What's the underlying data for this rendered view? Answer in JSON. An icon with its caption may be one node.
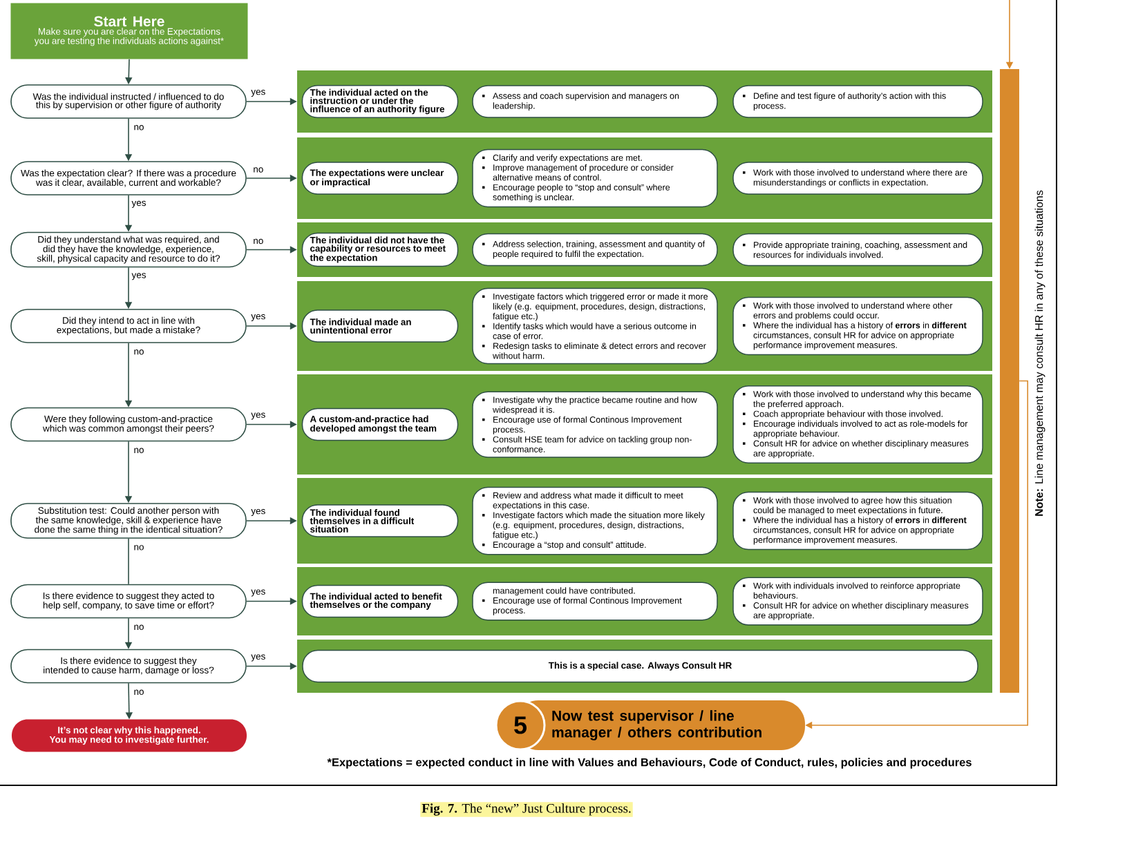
{
  "diagram": {
    "caption": "**Fig. 7.** The “new” Just Culture process.",
    "nodes": [
      {
        "text": [
          "Start Here",
          "Make sure you are clear on the Expectations you are testing the individuals actions against*"
        ]
      },
      {
        "text": [
          "Was the individual instructed / influenced to do this by supervision or other figure of authority"
        ]
      },
      {
        "text": [
          "Was the expectation clear? If there was a procedure was it clear, available, current and workable?"
        ]
      },
      {
        "text": [
          "Did they understand what was required, and did they have the knowledge, experience, skill, physical capacity and resource to do it?"
        ]
      },
      {
        "text": [
          "Did they intend to act in line with expectations, but made a mistake?"
        ]
      },
      {
        "text": [
          "Were they following custom-and-practice which was common amongst their peers?"
        ]
      },
      {
        "text": [
          "Substitution test: Could another person with the same knowledge, skill & experience have done the same thing in the identical situation?"
        ]
      },
      {
        "text": [
          "Is there evidence to suggest they acted to help self, company, to save time or effort?"
        ]
      },
      {
        "text": [
          "Is there evidence to suggest they intended to cause harm, damage or loss?"
        ]
      },
      {
        "text": [
          "It’s not clear why this happened. You may need to investigate further."
        ]
      },
      {
        "text": [],
        "shape": "box"
      },
      {
        "text": [
          "The individual acted on the instruction or under the influence of an authority figure"
        ],
        "in": 10
      },
      {
        "text": [
          "Assess and coach supervision and managers on leadership."
        ],
        "in": 10
      },
      {
        "text": [
          "Define and test figure of authority’s action with this process."
        ],
        "in": 10
      },
      {
        "text": [],
        "shape": "box"
      },
      {
        "text": [
          "The expectations were unclear or impractical"
        ],
        "in": 14
      },
      {
        "text": [
          "Clarify and verify expectations are met.",
          "Improve management of procedure or consider alternative means of control.",
          "Encourage people to “stop and consult” where something is unclear."
        ],
        "in": 14
      },
      {
        "text": [
          "Work with those involved to understand where there are misunderstandings or conflicts in expectation."
        ],
        "in": 14
      },
      {
        "text": [],
        "shape": "box"
      },
      {
        "text": [
          "The individual did not have the capability or resources to meet the expectation"
        ],
        "in": 18
      },
      {
        "text": [
          "Address selection, training, assessment and quantity of people required to fulfil the expectation."
        ],
        "in": 18
      },
      {
        "text": [
          "Provide appropriate training, coaching, assessment and resources for individuals involved."
        ],
        "in": 18
      },
      {
        "text": [],
        "shape": "box"
      },
      {
        "text": [
          "The individual made an unintentional error"
        ],
        "in": 22
      },
      {
        "text": [
          "Investigate factors which triggered error or made it more likely (e.g. equipment, procedures, design, distractions, fatigue etc.)",
          "Identify tasks which would have a serious outcome in case of error.",
          "Redesign tasks to eliminate & detect errors and recover without harm."
        ],
        "in": 22
      },
      {
        "text": [
          "Work with those involved to understand where other errors and problems could occur.",
          "Where the individual has a history of **errors** in **different** circumstances, consult HR for advice on appropriate performance improvement measures."
        ],
        "in": 22
      },
      {
        "text": [],
        "shape": "box"
      },
      {
        "text": [
          "A custom-and-practice had developed amongst the team"
        ],
        "in": 26
      },
      {
        "text": [
          "Investigate why the practice became routine and how widespread it is.",
          "Encourage use of formal Continous Improvement process.",
          "Consult HSE team for advice on tackling group non-conformance."
        ],
        "in": 26
      },
      {
        "text": [
          "Work with those involved to understand why this became the preferred approach.",
          "Coach appropriate behaviour with those involved.",
          "Encourage individuals involved to act as role-models for appropriate behaviour.",
          "Consult HR for advice on whether disciplinary measures are appropriate."
        ],
        "in": 26
      },
      {
        "text": [],
        "shape": "box"
      },
      {
        "text": [
          "The individual found themselves in a difficult situation"
        ],
        "in": 30
      },
      {
        "text": [
          "Review and address what made it difficult to meet expectations in this case.",
          "Investigate factors which made the situation more likely (e.g. equipment, procedures, design, distractions, fatigue etc.)",
          "Encourage a “stop and consult” attitude."
        ],
        "in": 30
      },
      {
        "text": [
          "Work with those involved to agree how this situation could be managed to meet expectations in future.",
          "Where the individual has a history of **errors** in **different** circumstances, consult HR for advice on appropriate performance improvement measures."
        ],
        "in": 30
      },
      {
        "text": [],
        "shape": "box"
      },
      {
        "text": [
          "The individual acted to benefit themselves or the company"
        ],
        "in": 34
      },
      {
        "text": [
          "management could have contributed.",
          "Encourage use of formal Continous Improvement process."
        ],
        "in": 34
      },
      {
        "text": [
          "Work with individuals involved to reinforce appropriate behaviours.",
          "Consult HR for advice on whether disciplinary measures are appropriate."
        ],
        "in": 34
      },
      {
        "text": [],
        "shape": "box"
      },
      {
        "text": [
          "This is a special case. Always Consult HR"
        ],
        "in": 38
      },
      {
        "text": [],
        "shape": "bar",
        "beside": [
          "**Note:** Line management may consult HR in any of these situations"
        ]
      },
      {
        "text": [
          "5"
        ]
      },
      {
        "text": [
          "Now test supervisor / line manager / others contribution"
        ]
      }
    ],
    "edges": [
      {
        "from": 0,
        "to": 1,
        "arrow": "to"
      },
      {
        "from": 1,
        "to": 2,
        "arrow": "to",
        "label": "no"
      },
      {
        "from": 2,
        "to": 3,
        "arrow": "to",
        "label": "yes"
      },
      {
        "from": 3,
        "to": 4,
        "arrow": "to",
        "label": "yes"
      },
      {
        "from": 4,
        "to": 5,
        "arrow": "to",
        "label": "no"
      },
      {
        "from": 5,
        "to": 6,
        "arrow": "to",
        "label": "no"
      },
      {
        "from": 6,
        "to": 7,
        "arrow": "none",
        "label": "no"
      },
      {
        "from": 7,
        "to": 8,
        "arrow": "to",
        "label": "no"
      },
      {
        "from": 8,
        "to": 9,
        "arrow": "to",
        "label": "no"
      },
      {
        "from": 1,
        "to": 10,
        "arrow": "to",
        "label": "yes"
      },
      {
        "from": 2,
        "to": 14,
        "arrow": "to",
        "label": "no"
      },
      {
        "from": 3,
        "to": 18,
        "arrow": "to",
        "label": "no"
      },
      {
        "from": 4,
        "to": 22,
        "arrow": "to",
        "label": "yes"
      },
      {
        "from": 5,
        "to": 26,
        "arrow": "to",
        "label": "yes"
      },
      {
        "from": 6,
        "to": 30,
        "arrow": "to",
        "label": "yes"
      },
      {
        "from": 7,
        "to": 34,
        "arrow": "to",
        "label": "yes"
      },
      {
        "from": 8,
        "to": 38,
        "arrow": "to",
        "label": "yes"
      },
      {
        "from": null,
        "to": 40,
        "arrow": "to",
        "color": "#d98a2c"
      },
      {
        "from": 40,
        "to": 42,
        "arrow": "to",
        "color": "#d98a2c"
      }
    ],
    "labels": [
      "*Expectations = expected conduct in line with Values and Behaviours, Code of Conduct, rules, policies and procedures"
    ]
  }
}
